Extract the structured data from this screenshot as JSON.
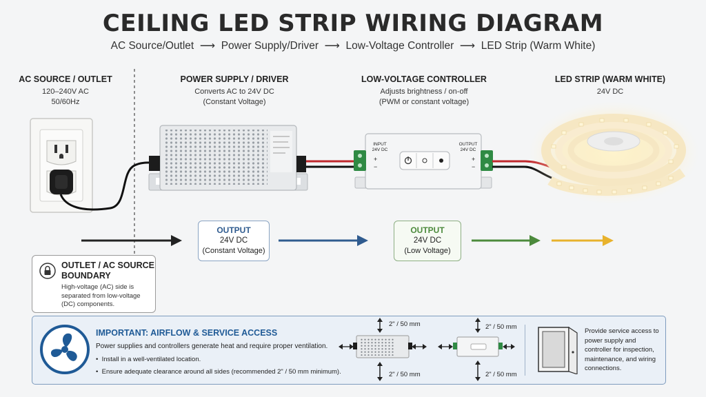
{
  "title": "CEILING LED STRIP WIRING DIAGRAM",
  "flow": [
    "AC Source/Outlet",
    "Power Supply/Driver",
    "Low-Voltage Controller",
    "LED Strip (Warm White)"
  ],
  "columns": {
    "ac": {
      "title": "AC SOURCE / OUTLET",
      "desc1": "120–240V AC",
      "desc2": "50/60Hz"
    },
    "psu": {
      "title": "POWER SUPPLY / DRIVER",
      "desc1": "Converts AC to 24V DC",
      "desc2": "(Constant Voltage)"
    },
    "controller": {
      "title": "LOW-VOLTAGE CONTROLLER",
      "desc1": "Adjusts brightness / on-off",
      "desc2": "(PWM or constant voltage)"
    },
    "strip": {
      "title": "LED STRIP (WARM WHITE)",
      "desc1": "24V DC"
    }
  },
  "controller_labels": {
    "input": "INPUT",
    "input_v": "24V DC",
    "output": "OUTPUT",
    "output_v": "24V DC",
    "plus": "+",
    "minus": "−"
  },
  "outputs": [
    {
      "title": "OUTPUT",
      "line1": "24V DC",
      "line2": "(Constant Voltage)"
    },
    {
      "title": "OUTPUT",
      "line1": "24V DC",
      "line2": "(Low Voltage)"
    }
  ],
  "boundary": {
    "title1": "OUTLET / AC SOURCE",
    "title2": "BOUNDARY",
    "desc": "High-voltage (AC) side is separated from low-voltage (DC) components."
  },
  "important": {
    "heading": "IMPORTANT:  AIRFLOW & SERVICE ACCESS",
    "text": "Power supplies and controllers generate heat and require proper ventilation.",
    "bullets": [
      "Install in a well-ventilated location.",
      "Ensure adequate clearance around all sides (recommended 2\" / 50 mm minimum)."
    ],
    "clearance": "2\" / 50 mm",
    "service": "Provide service access to power supply and controller for inspection, maintenance, and wiring connections."
  },
  "colors": {
    "blue_arrow": "#2f5b8f",
    "green_arrow": "#4c8a3c",
    "yellow_arrow": "#e8b22c",
    "black_arrow": "#222222",
    "fan_blue": "#1f5a96"
  }
}
